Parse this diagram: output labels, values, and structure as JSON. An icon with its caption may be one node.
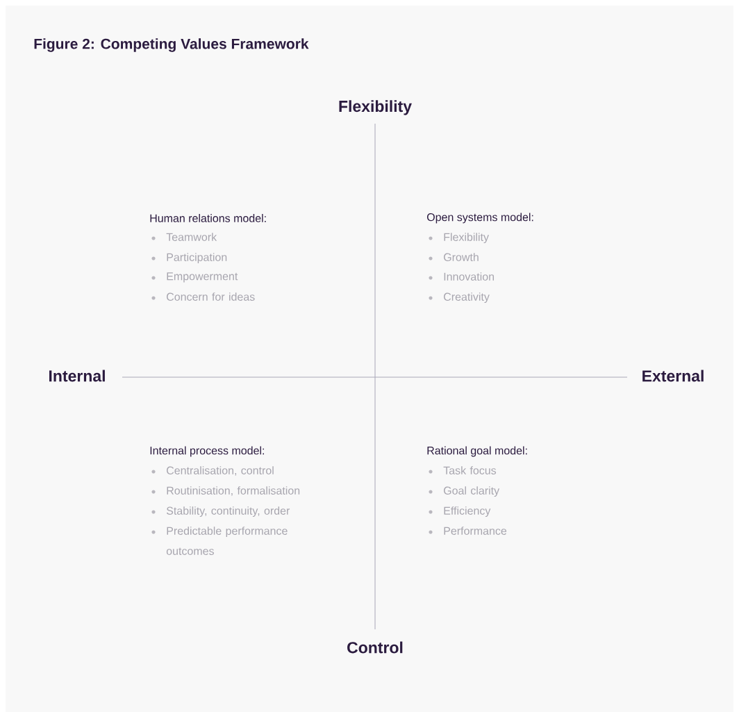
{
  "diagram": {
    "title": "Figure 2: Competing Values Framework",
    "labels": [
      "Flexibility",
      "Human relations model:",
      "Teamwork",
      "Participation",
      "Empowerment",
      "Concern for ideas",
      "Open systems model:",
      "Flexibility",
      "Growth",
      "Innovation",
      "Creativity",
      "Internal",
      "External",
      "Internal process model:",
      "Centralisation, control",
      "Routinisation, formalisation",
      "Stability, continuity, order",
      "Predictable performance outcomes",
      "Rational goal model:",
      "Task focus",
      "Goal clarity",
      "Efficiency",
      "Performance",
      "Control"
    ]
  }
}
